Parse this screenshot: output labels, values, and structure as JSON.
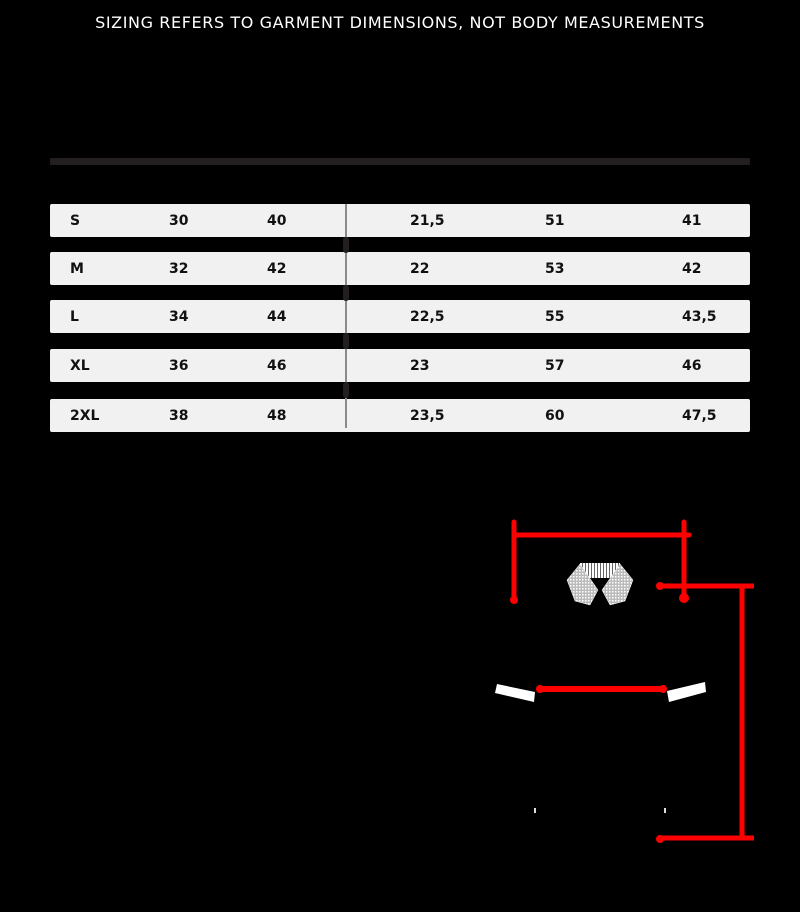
{
  "title": "SIZING REFERS TO GARMENT DIMENSIONS, NOT BODY MEASUREMENTS",
  "colors": {
    "background": "#000000",
    "row_background": "#f1f1f1",
    "header_bar": "#231f20",
    "measure_lines": "#ff0000",
    "text_light": "#ffffff",
    "text_dark": "#111111"
  },
  "chart_data": {
    "type": "table",
    "title": "SIZING REFERS TO GARMENT DIMENSIONS, NOT BODY MEASUREMENTS",
    "columns": [
      "",
      "",
      "",
      "",
      "",
      ""
    ],
    "rows": [
      {
        "size": "S",
        "values": [
          "30",
          "40",
          "21,5",
          "51",
          "41"
        ]
      },
      {
        "size": "M",
        "values": [
          "32",
          "42",
          "22",
          "53",
          "42"
        ]
      },
      {
        "size": "L",
        "values": [
          "34",
          "44",
          "22,5",
          "55",
          "43,5"
        ]
      },
      {
        "size": "XL",
        "values": [
          "36",
          "46",
          "23",
          "57",
          "46"
        ]
      },
      {
        "size": "2XL",
        "values": [
          "38",
          "48",
          "23,5",
          "60",
          "47,5"
        ]
      }
    ],
    "series": [
      {
        "name": "col1",
        "values": [
          30,
          32,
          34,
          36,
          38
        ]
      },
      {
        "name": "col2",
        "values": [
          40,
          42,
          44,
          46,
          48
        ]
      },
      {
        "name": "col3",
        "values": [
          21.5,
          22,
          22.5,
          23,
          23.5
        ]
      },
      {
        "name": "col4",
        "values": [
          51,
          53,
          55,
          57,
          60
        ]
      },
      {
        "name": "col5",
        "values": [
          41,
          42,
          43.5,
          46,
          47.5
        ]
      }
    ],
    "categories": [
      "S",
      "M",
      "L",
      "XL",
      "2XL"
    ]
  },
  "diagram": {
    "icon": "polo-shirt-measurement-diagram",
    "measurements": [
      "shoulder-width-line",
      "chest-width-line",
      "body-length-line"
    ]
  }
}
